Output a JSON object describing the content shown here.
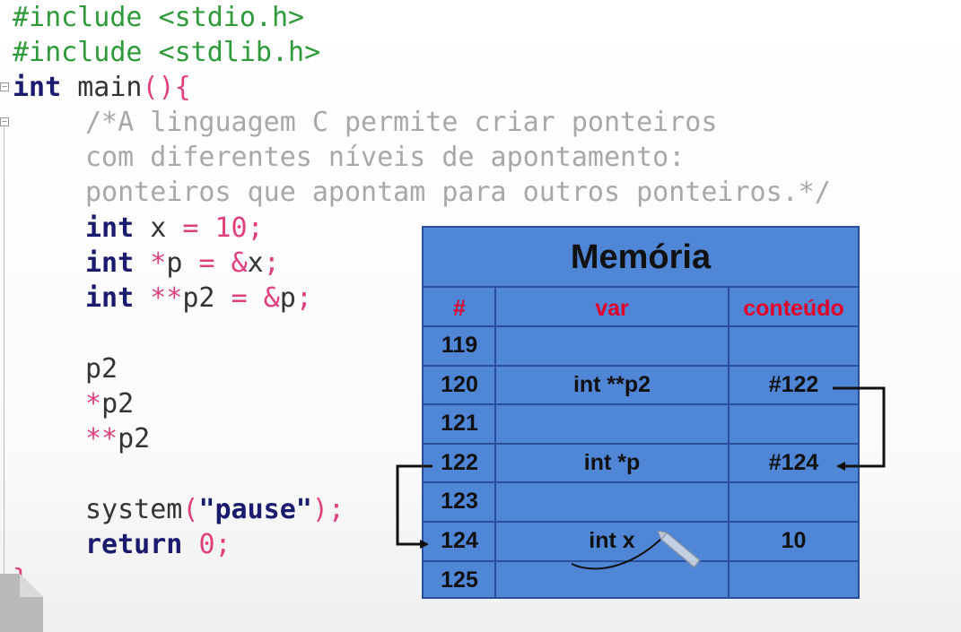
{
  "code": {
    "include1": {
      "directive": "#include",
      "header": "<stdio.h>"
    },
    "include2": {
      "directive": "#include",
      "header": "<stdlib.h>"
    },
    "main_kw": "int",
    "main_name": "main",
    "main_paren": "(){",
    "comment1": "/*A linguagem C permite criar ponteiros",
    "comment2": "com diferentes níveis de apontamento:",
    "comment3": "ponteiros que apontam para outros ponteiros.*/",
    "decl1": {
      "kw": "int",
      "name": "x",
      "eq": "=",
      "val": "10",
      "semi": ";"
    },
    "decl2": {
      "kw": "int",
      "star": "*",
      "name": "p",
      "eq": "=",
      "amp": "&",
      "target": "x",
      "semi": ";"
    },
    "decl3": {
      "kw": "int",
      "star": "**",
      "name": "p2",
      "eq": "=",
      "amp": "&",
      "target": "p",
      "semi": ";"
    },
    "expr1": {
      "name": "p2"
    },
    "expr2": {
      "star": "*",
      "name": "p2"
    },
    "expr3": {
      "star": "**",
      "name": "p2"
    },
    "sys": {
      "fn": "system",
      "open": "(",
      "arg": "\"pause\"",
      "close": ");"
    },
    "ret": {
      "kw": "return",
      "val": "0",
      "semi": ";"
    },
    "close_brace": "}"
  },
  "memory": {
    "title": "Memória",
    "headers": {
      "addr": "#",
      "var": "var",
      "content": "conteúdo"
    },
    "rows": [
      {
        "addr": "119",
        "var": "",
        "content": ""
      },
      {
        "addr": "120",
        "var": "int **p2",
        "content": "#122"
      },
      {
        "addr": "121",
        "var": "",
        "content": ""
      },
      {
        "addr": "122",
        "var": "int *p",
        "content": "#124"
      },
      {
        "addr": "123",
        "var": "",
        "content": ""
      },
      {
        "addr": "124",
        "var": "int x",
        "content": "10"
      },
      {
        "addr": "125",
        "var": "",
        "content": ""
      }
    ]
  },
  "colors": {
    "table_bg": "#4f86d6",
    "header_red": "#e0002a",
    "keyword": "#1a1a6e",
    "preprocessor": "#2e9a3a",
    "number": "#e0407a"
  }
}
